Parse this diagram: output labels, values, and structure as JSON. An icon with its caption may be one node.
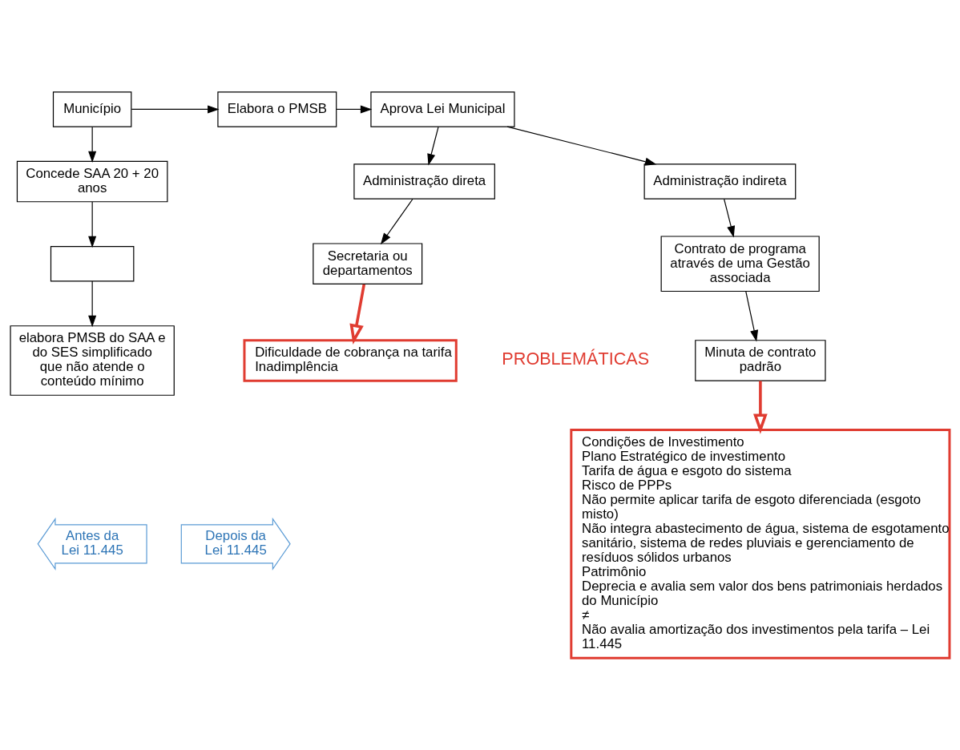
{
  "diagram": {
    "nodes": [
      {
        "text": [
          "Município"
        ]
      },
      {
        "text": [
          "Concede SAA 20 + 20 anos"
        ]
      },
      {
        "text": [],
        "shape": "box"
      },
      {
        "text": [
          "elabora PMSB do SAA e do SES simplificado que não atende o conteúdo mínimo"
        ]
      },
      {
        "text": [
          "Elabora o PMSB"
        ]
      },
      {
        "text": [
          "Aprova Lei Municipal"
        ]
      },
      {
        "text": [
          "Administração direta"
        ]
      },
      {
        "text": [
          "Administração indireta"
        ]
      },
      {
        "text": [
          "Secretaria ou departamentos"
        ]
      },
      {
        "text": [
          "Contrato de programa através de uma Gestão associada"
        ]
      },
      {
        "text": [
          "Minuta de contrato padrão"
        ]
      },
      {
        "text": [
          "Dificuldade de cobrança na tarifa",
          "Inadimplência"
        ]
      },
      {
        "text": [
          "Condições de Investimento",
          "Plano Estratégico de investimento",
          "Tarifa de água e esgoto do sistema",
          "Risco de PPPs",
          "Não permite aplicar tarifa de esgoto diferenciada (esgoto misto)",
          "Não integra abastecimento de água, sistema de esgotamento sanitário, sistema de redes pluviais e gerenciamento de resíduos sólidos urbanos",
          "Patrimônio",
          "Deprecia e avalia sem valor dos bens patrimoniais herdados do Município",
          "≠",
          "Não avalia amortização dos investimentos pela tarifa – Lei 11.445"
        ]
      },
      {
        "text": [
          "Antes da Lei 11.445"
        ]
      },
      {
        "text": [
          "Depois da Lei 11.445"
        ]
      }
    ],
    "edges": [
      {
        "from": 0,
        "to": 1,
        "arrow": "to"
      },
      {
        "from": 1,
        "to": 2,
        "arrow": "to"
      },
      {
        "from": 2,
        "to": 3,
        "arrow": "to"
      },
      {
        "from": 0,
        "to": 4,
        "arrow": "to"
      },
      {
        "from": 4,
        "to": 5,
        "arrow": "to"
      },
      {
        "from": 5,
        "to": 6,
        "arrow": "to"
      },
      {
        "from": 5,
        "to": 7,
        "arrow": "to"
      },
      {
        "from": 6,
        "to": 8,
        "arrow": "to"
      },
      {
        "from": 7,
        "to": 9,
        "arrow": "to"
      },
      {
        "from": 9,
        "to": 10,
        "arrow": "to"
      },
      {
        "from": 8,
        "to": 11,
        "arrow": "to",
        "style": "thick",
        "color": "#e03c31"
      },
      {
        "from": 10,
        "to": 12,
        "arrow": "to",
        "style": "thick",
        "color": "#e03c31"
      }
    ],
    "labels": [
      "PROBLEMÁTICAS"
    ]
  }
}
